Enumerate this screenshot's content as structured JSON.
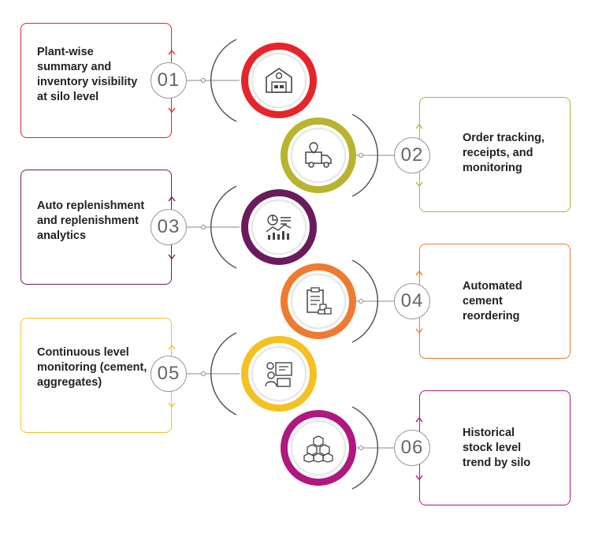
{
  "steps": [
    {
      "number": "01",
      "text": "Plant-wise summary and inventory visibility at silo level",
      "color": "#e8232a",
      "icon": "warehouse-icon"
    },
    {
      "number": "02",
      "text": "Order tracking, receipts, and monitoring",
      "color": "#b9b42f",
      "icon": "delivery-truck-icon"
    },
    {
      "number": "03",
      "text": "Auto replenishment and replenishment analytics",
      "color": "#6a1b5c",
      "icon": "analytics-icon"
    },
    {
      "number": "04",
      "text": "Automated cement reordering",
      "color": "#ee7b2f",
      "icon": "clipboard-boxes-icon"
    },
    {
      "number": "05",
      "text": "Continuous level monitoring (cement, aggregates)",
      "color": "#f5c021",
      "icon": "monitoring-person-icon"
    },
    {
      "number": "06",
      "text": "Historical stock level trend by silo",
      "color": "#b0177f",
      "icon": "stacked-cubes-icon"
    }
  ]
}
